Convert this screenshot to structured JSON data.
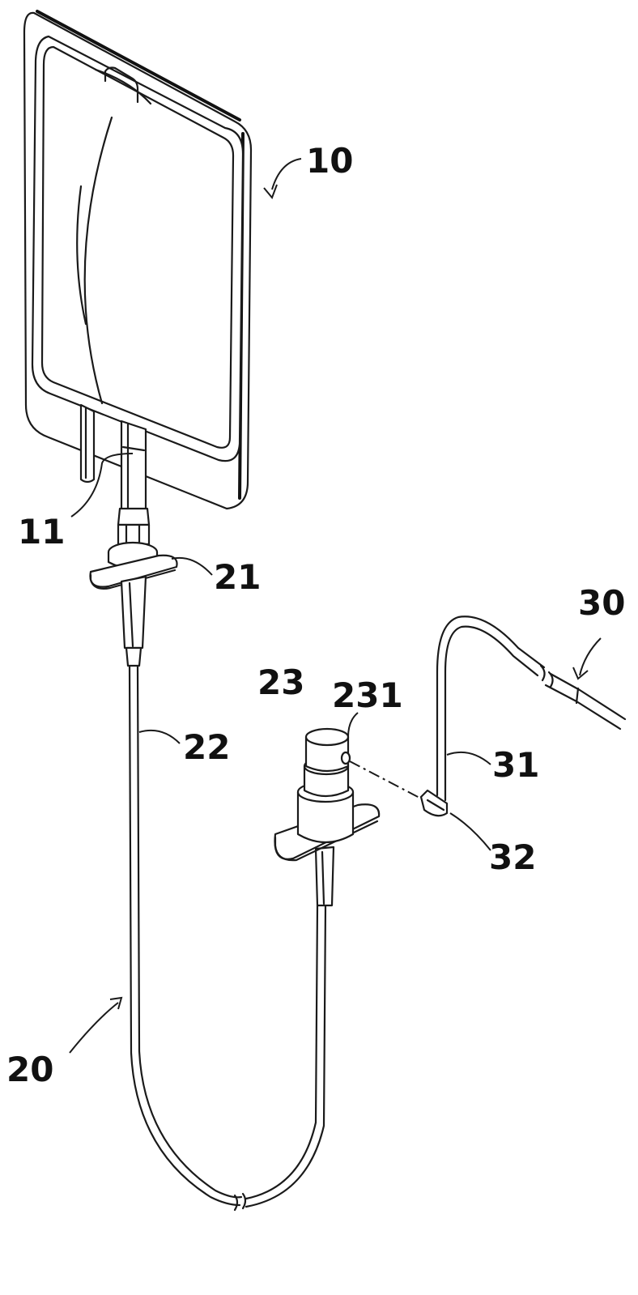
{
  "labels": {
    "bag": "10",
    "bag_port": "11",
    "tube_set": "20",
    "upper_connector": "21",
    "tube": "22",
    "lower_connector": "23",
    "connector_hole": "231",
    "line": "30",
    "line_tube": "31",
    "clip": "32"
  }
}
